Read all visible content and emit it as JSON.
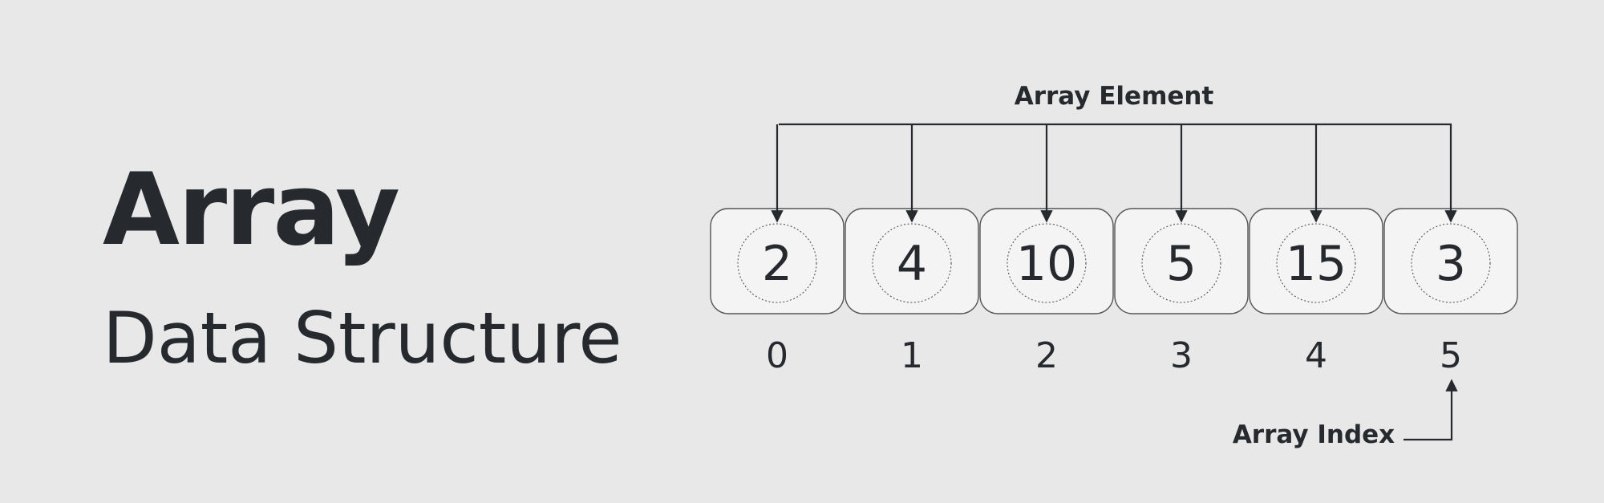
{
  "title": {
    "main": "Array",
    "sub": "Data Structure"
  },
  "diagram": {
    "element_label": "Array Element",
    "index_label": "Array Index",
    "cells": [
      {
        "value": "2",
        "index": "0"
      },
      {
        "value": "4",
        "index": "1"
      },
      {
        "value": "10",
        "index": "2"
      },
      {
        "value": "5",
        "index": "3"
      },
      {
        "value": "15",
        "index": "4"
      },
      {
        "value": "3",
        "index": "5"
      }
    ]
  },
  "colors": {
    "background": "#e8e8e8",
    "text": "#262a2e",
    "cell_fill": "#f4f4f4",
    "line": "#262a2e"
  }
}
